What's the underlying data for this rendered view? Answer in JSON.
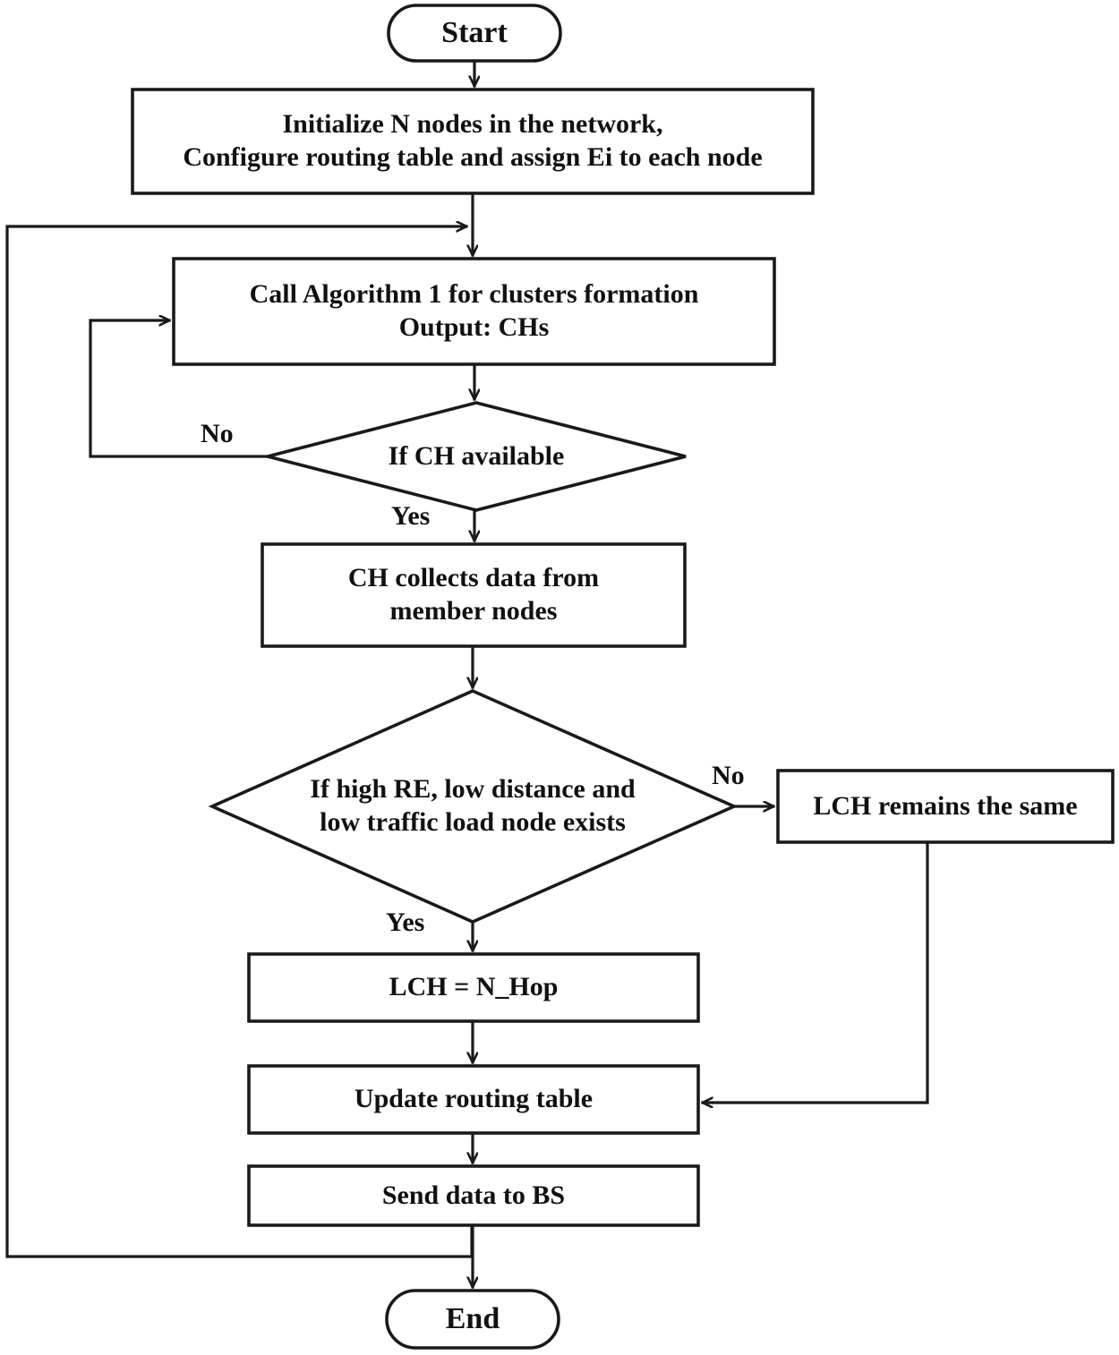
{
  "diagram": {
    "type": "flowchart",
    "title": "Cluster head routing flowchart",
    "background_color": "#ffffff",
    "line_color": "#1a1a1a",
    "text_color": "#111111",
    "nodes": [
      {
        "id": "start",
        "shape": "terminal",
        "label": "Start"
      },
      {
        "id": "init",
        "shape": "process",
        "label": "Initialize N nodes in the network,\nConfigure routing table and assign Ei to each node"
      },
      {
        "id": "call_algo",
        "shape": "process",
        "label": "Call Algorithm 1 for clusters formation\nOutput: CHs"
      },
      {
        "id": "ch_avail",
        "shape": "decision",
        "label": "If CH available"
      },
      {
        "id": "collect",
        "shape": "process",
        "label": "CH collects data from\nmember nodes"
      },
      {
        "id": "cond_node",
        "shape": "decision",
        "label": "If high RE, low distance and\nlow traffic load node exists"
      },
      {
        "id": "lch_same",
        "shape": "process",
        "label": "LCH remains the same"
      },
      {
        "id": "lch_hop",
        "shape": "process",
        "label": "LCH = N_Hop"
      },
      {
        "id": "update_rt",
        "shape": "process",
        "label": "Update routing table"
      },
      {
        "id": "send_bs",
        "shape": "process",
        "label": "Send data to BS"
      },
      {
        "id": "end",
        "shape": "terminal",
        "label": "End"
      }
    ],
    "edge_labels": [
      {
        "id": "ch_avail_no",
        "text": "No",
        "from": "ch_avail",
        "to": "call_algo"
      },
      {
        "id": "ch_avail_yes",
        "text": "Yes",
        "from": "ch_avail",
        "to": "collect"
      },
      {
        "id": "cond_no",
        "text": "No",
        "from": "cond_node",
        "to": "lch_same"
      },
      {
        "id": "cond_yes",
        "text": "Yes",
        "from": "cond_node",
        "to": "lch_hop"
      }
    ],
    "edges": [
      {
        "from": "start",
        "to": "init"
      },
      {
        "from": "init",
        "to": "call_algo"
      },
      {
        "from": "call_algo",
        "to": "ch_avail"
      },
      {
        "from": "ch_avail",
        "to": "call_algo",
        "label": "No"
      },
      {
        "from": "ch_avail",
        "to": "collect",
        "label": "Yes"
      },
      {
        "from": "collect",
        "to": "cond_node"
      },
      {
        "from": "cond_node",
        "to": "lch_same",
        "label": "No"
      },
      {
        "from": "cond_node",
        "to": "lch_hop",
        "label": "Yes"
      },
      {
        "from": "lch_same",
        "to": "update_rt"
      },
      {
        "from": "lch_hop",
        "to": "update_rt"
      },
      {
        "from": "update_rt",
        "to": "send_bs"
      },
      {
        "from": "send_bs",
        "to": "end"
      },
      {
        "from": "send_bs",
        "to": "call_algo",
        "note": "outer loop back to cluster formation"
      }
    ]
  }
}
